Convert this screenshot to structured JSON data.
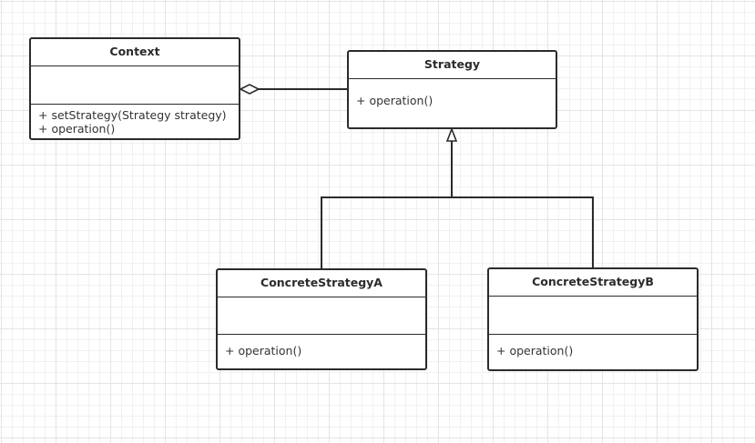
{
  "colors": {
    "stroke": "#2b2b2b",
    "background": "#ffffff",
    "grid": "#e4e4e4"
  },
  "classes": {
    "context": {
      "name": "Context",
      "operations": [
        "+ setStrategy(Strategy strategy)",
        "+ operation()"
      ]
    },
    "strategy": {
      "name": "Strategy",
      "operations": [
        "+ operation()"
      ]
    },
    "concrete_a": {
      "name": "ConcreteStrategyA",
      "operations": [
        "+ operation()"
      ]
    },
    "concrete_b": {
      "name": "ConcreteStrategyB",
      "operations": [
        "+ operation()"
      ]
    }
  },
  "relations": [
    {
      "type": "aggregation",
      "from": "strategy",
      "to": "context"
    },
    {
      "type": "generalization",
      "from": "concrete_a",
      "to": "strategy"
    },
    {
      "type": "generalization",
      "from": "concrete_b",
      "to": "strategy"
    }
  ]
}
